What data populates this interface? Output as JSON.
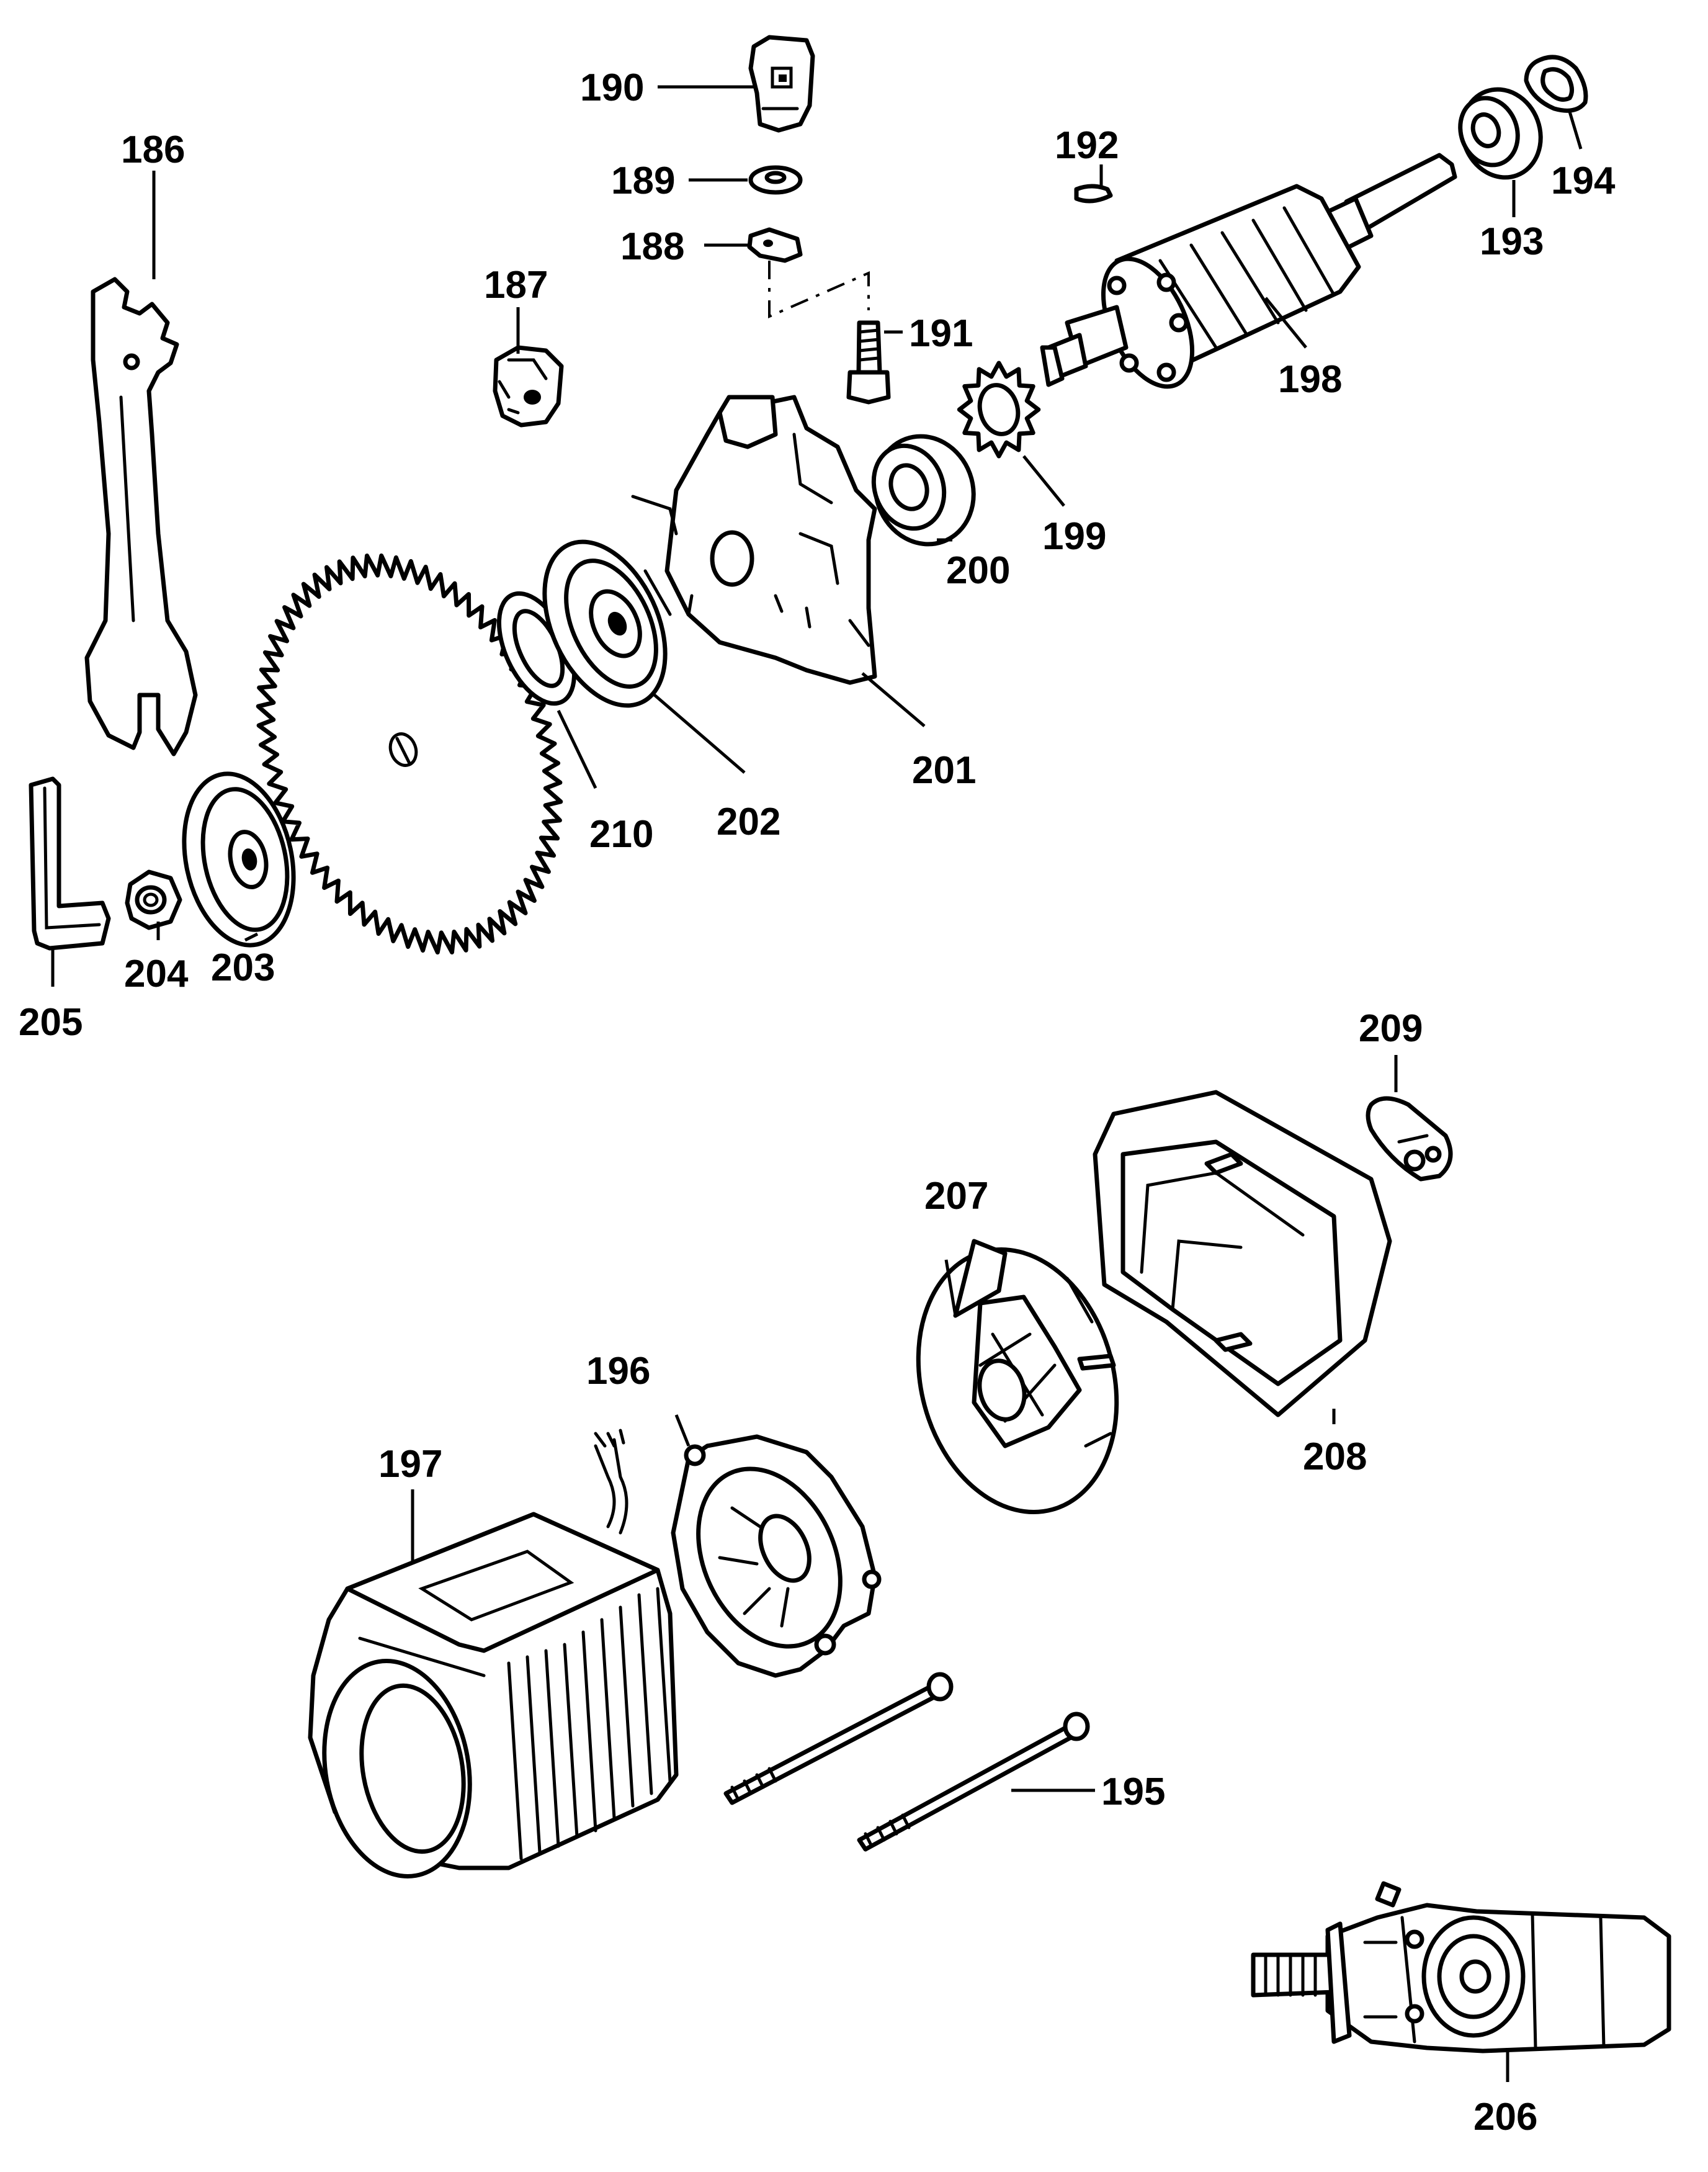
{
  "callouts": {
    "c186": "186",
    "c187": "187",
    "c188": "188",
    "c189": "189",
    "c190": "190",
    "c191": "191",
    "c192": "192",
    "c193": "193",
    "c194": "194",
    "c195": "195",
    "c196": "196",
    "c197": "197",
    "c198": "198",
    "c199": "199",
    "c200": "200",
    "c201": "201",
    "c202": "202",
    "c203": "203",
    "c204": "204",
    "c205": "205",
    "c206": "206",
    "c207": "207",
    "c208": "208",
    "c209": "209",
    "c210": "210"
  },
  "colors": {
    "ink": "#000000",
    "paper": "#ffffff"
  }
}
